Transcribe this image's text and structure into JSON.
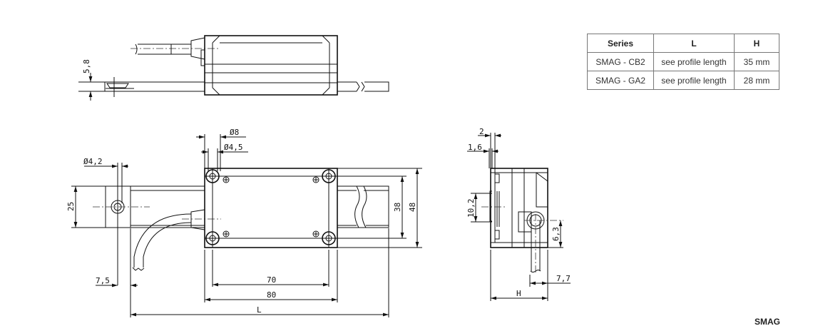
{
  "table": {
    "headers": [
      "Series",
      "L",
      "H"
    ],
    "rows": [
      [
        "SMAG - CB2",
        "see profile length",
        "35 mm"
      ],
      [
        "SMAG - GA2",
        "see profile length",
        "28 mm"
      ]
    ]
  },
  "dimensions": {
    "top_height": "5,8",
    "dia_8": "Ø8",
    "dia_4_5": "Ø4,5",
    "dia_4_2": "Ø4,2",
    "rail_25": "25",
    "h_38": "38",
    "h_48": "48",
    "w_70": "70",
    "w_80": "80",
    "length_L": "L",
    "offset_7_5": "7,5",
    "side_2": "2",
    "side_1_6": "1,6",
    "side_10_2": "10,2",
    "side_6_3": "6,3",
    "side_7_7": "7,7",
    "side_H": "H"
  },
  "product_label": "SMAG"
}
